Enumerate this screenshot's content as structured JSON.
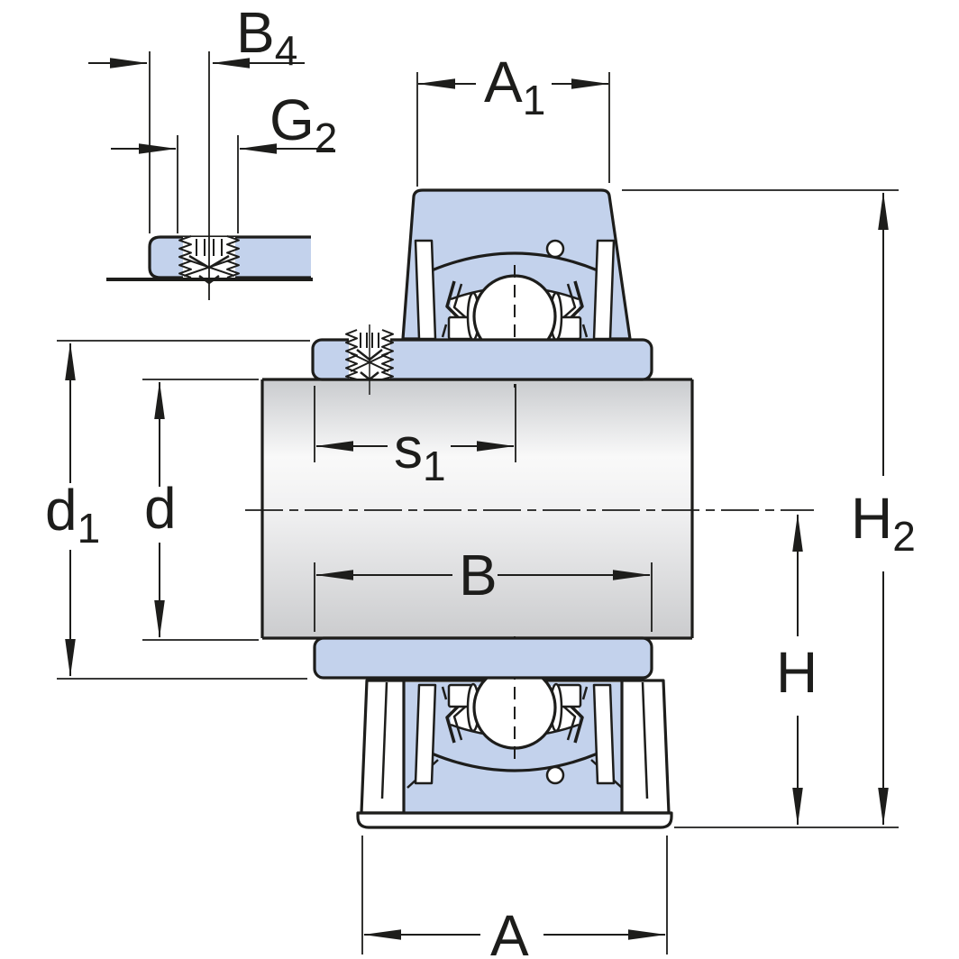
{
  "drawing": {
    "type": "engineering-cross-section",
    "views": {
      "detail": [
        "B4",
        "G2"
      ],
      "main": [
        "A1",
        "s1",
        "d1",
        "d",
        "B",
        "H2",
        "H",
        "A"
      ]
    }
  },
  "labels": {
    "B4": {
      "main": "B",
      "sub": "4"
    },
    "G2": {
      "main": "G",
      "sub": "2"
    },
    "A1": {
      "main": "A",
      "sub": "1"
    },
    "s1": {
      "main": "s",
      "sub": "1"
    },
    "d1": {
      "main": "d",
      "sub": "1"
    },
    "d": {
      "main": "d"
    },
    "B": {
      "main": "B"
    },
    "H2": {
      "main": "H",
      "sub": "2"
    },
    "H": {
      "main": "H"
    },
    "A": {
      "main": "A"
    }
  },
  "colors": {
    "background": "#ffffff",
    "part_fill": "#c3d2ec",
    "line": "#1d1d1b",
    "shaft_top": "#c9cbce",
    "shaft_highlight": "#f9f9f9",
    "shaft_bottom": "#cbccce"
  }
}
